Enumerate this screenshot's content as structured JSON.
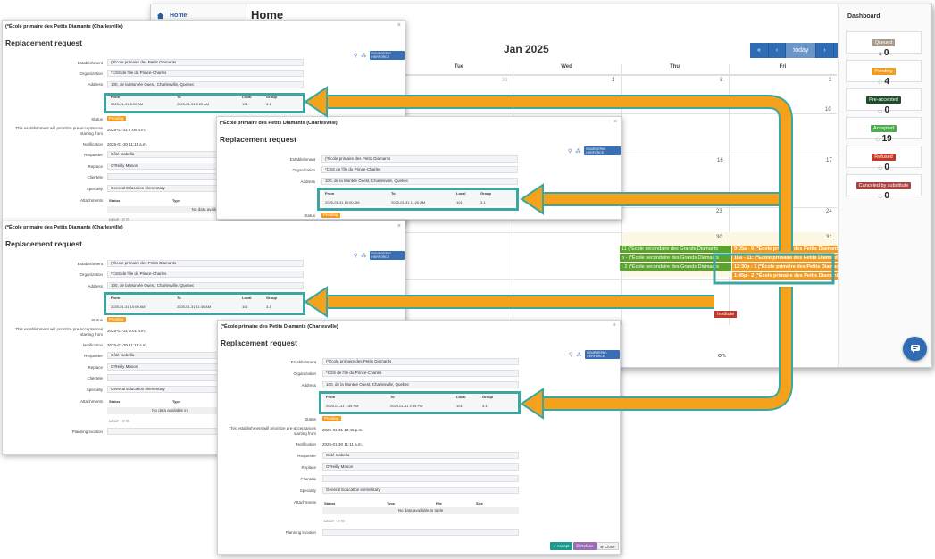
{
  "app": {
    "home_link": "Home",
    "page_title": "Home",
    "calendar": {
      "month_title": "Jan 2025",
      "nav": {
        "first": "«",
        "prev": "‹",
        "today": "today",
        "next": "›",
        "last": "»"
      },
      "weekdays": [
        "Tue",
        "Wed",
        "Thu",
        "Fri"
      ],
      "day_numbers": {
        "row1": [
          "31",
          "1",
          "2",
          "3"
        ],
        "row2": [
          "10"
        ],
        "row3": [
          "16",
          "17"
        ],
        "row4": [
          "23",
          "24"
        ],
        "row5": [
          "30",
          "31"
        ]
      },
      "events_left": [
        "11 (*École secondaire des Grands Diamants",
        "p - (*École secondaire des Grands Diamants",
        "- 2 (*École secondaire des Grands Diamants"
      ],
      "events_right": [
        "9:05a - 9 (*École primaire des Petits Diamants -",
        "10a - 11: (*École primaire des Petits Diamants -",
        "12:30p - 1 (*École primaire des Petits Diamants -",
        "1:45p - 2 (*École primaire des Petits Diamants -"
      ],
      "institute_badge": "Institute",
      "stray_text": "on."
    },
    "dashboard": {
      "title": "Dashboard",
      "cards": [
        {
          "label": "Queued",
          "count": "0",
          "color": "#a89a8c",
          "icon": "hourglass-icon"
        },
        {
          "label": "Pending",
          "count": "4",
          "color": "#f49a1c",
          "icon": "user-clock-icon"
        },
        {
          "label": "Pre-accepted",
          "count": "0",
          "color": "#1e4d2b",
          "icon": "calendar-icon"
        },
        {
          "label": "Accepted",
          "count": "19",
          "color": "#4cae4c",
          "icon": "user-check-icon"
        },
        {
          "label": "Refused",
          "count": "0",
          "color": "#c0392b",
          "icon": "user-x-icon"
        },
        {
          "label": "Canceled by substitute",
          "count": "0",
          "color": "#a94442",
          "icon": "user-slash-icon"
        }
      ]
    }
  },
  "dialogs": [
    {
      "top_title": "(*École primaire des Petits Diamants (Charlesville)",
      "heading": "Replacement request",
      "badge": "BOURGEPAY-HERFORCE",
      "labels": {
        "establishment": "Establishment",
        "organization": "Organization",
        "address": "Address",
        "status": "Status",
        "prioritize": "This establishment will prioritize pre-acceptances starting from",
        "notification": "Notification",
        "requester": "Requester",
        "replace": "Replace",
        "clientele": "Clientele",
        "specialty": "Specialty",
        "attachments": "Attachments"
      },
      "establishment": "(*École primaire des Petits Diamants",
      "organization": "*CSS de l'Île du Prince-Charles",
      "address": "100, de la Montée Ouest, Charlesville, Quebec",
      "schedule_headers": {
        "from": "From",
        "to": "To",
        "local": "Local",
        "group": "Group"
      },
      "schedule": {
        "from": "2025-01-31 8:00 AM",
        "to": "2025-01-31 9:25 AM",
        "local": "101",
        "group": "3-1"
      },
      "status": "Pending",
      "prioritize_value": "2025-01-31 7:06 a.m.",
      "notification": "2025-01-30 11:11 a.m.",
      "requester": "Côté Isabella",
      "replace": "O'Reilly Mason",
      "clientele": "",
      "specialty": "General Education elementary",
      "attach_headers": {
        "status": "Status",
        "type": "Type"
      },
      "no_data": "No data available in table",
      "drop": "DROP ↑IT ⊡"
    },
    {
      "top_title": "(*École primaire des Petits Diamants (Charlesville)",
      "heading": "Replacement request",
      "badge": "BOURGEPAY-HERFORCE",
      "establishment": "(*École primaire des Petits Diamants",
      "organization": "*CSS de l'Île du Prince-Charles",
      "address": "100, de la Montée Ouest, Charlesville, Quebec",
      "schedule": {
        "from": "2025-01-31 10:00 AM",
        "to": "2025-01-31 11:20 AM",
        "local": "101",
        "group": "3-1"
      },
      "status": "Pending"
    },
    {
      "top_title": "(*École primaire des Petits Diamants (Charlesville)",
      "heading": "Replacement request",
      "badge": "BOURGEPAY-HERFORCE",
      "establishment": "(*École primaire des Petits Diamants",
      "organization": "*CSS de l'Île du Prince-Charles",
      "address": "100, de la Montée Ouest, Charlesville, Quebec",
      "schedule": {
        "from": "2025-01-31 10:00 AM",
        "to": "2025-01-31 11:30 AM",
        "local": "101",
        "group": "3-1"
      },
      "status": "Pending",
      "prioritize_value": "2025-01-31 9:01 a.m.",
      "notification": "2025-01-30 11:11 a.m.",
      "requester": "Côté Isabella",
      "replace": "O'Reilly Mason",
      "clientele": "",
      "specialty": "General Education elementary",
      "attach_headers": {
        "status": "Status",
        "type": "Type"
      },
      "no_data": "No data available in",
      "drop": "DROP ↑IT ⊡",
      "planning": "Planning location"
    },
    {
      "top_title": "(*École primaire des Petits Diamants (Charlesville)",
      "heading": "Replacement request",
      "badge": "BOURGEPAY-HERFORCE",
      "establishment": "(*École primaire des Petits Diamants",
      "organization": "*CSS de l'Île du Prince-Charles",
      "address": "100, de la Montée Ouest, Charlesville, Quebec",
      "schedule": {
        "from": "2025-01-31 1:45 PM",
        "to": "2025-01-31 2:45 PM",
        "local": "101",
        "group": "3-1"
      },
      "status": "Pending",
      "prioritize_value": "2025-01-31 12:46 p.m.",
      "notification": "2025-01-30 11:11 a.m.",
      "requester": "Côté Isabella",
      "replace": "O'Reilly Mason",
      "clientele": "",
      "specialty": "General Education elementary",
      "attach_headers": {
        "status": "Status",
        "type": "Type",
        "file": "File",
        "size": "Size"
      },
      "no_data": "No data available in table",
      "drop": "DROP ↑IT ⊡",
      "planning": "Planning location",
      "buttons": {
        "accept": "✓ Accept",
        "refuse": "☒ Refuse",
        "close": "⊗ Close"
      }
    }
  ],
  "colors": {
    "highlight": "#3ba7a0",
    "arrow": "#f4a21c",
    "pending": "#f49a1c",
    "accent": "#2f6cb3"
  }
}
